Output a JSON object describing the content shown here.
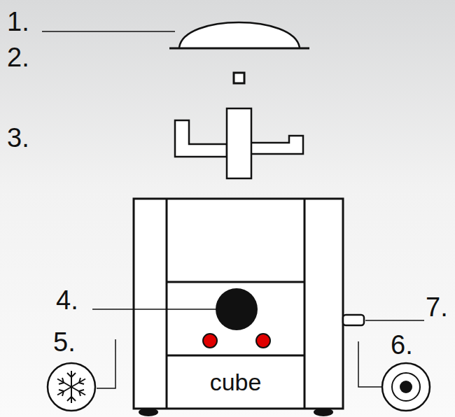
{
  "diagram": {
    "nodes": [
      {
        "text": [
          "cube"
        ]
      }
    ],
    "labels": [
      "1.",
      "2.",
      "3.",
      "4.",
      "5.",
      "6.",
      "7."
    ]
  }
}
